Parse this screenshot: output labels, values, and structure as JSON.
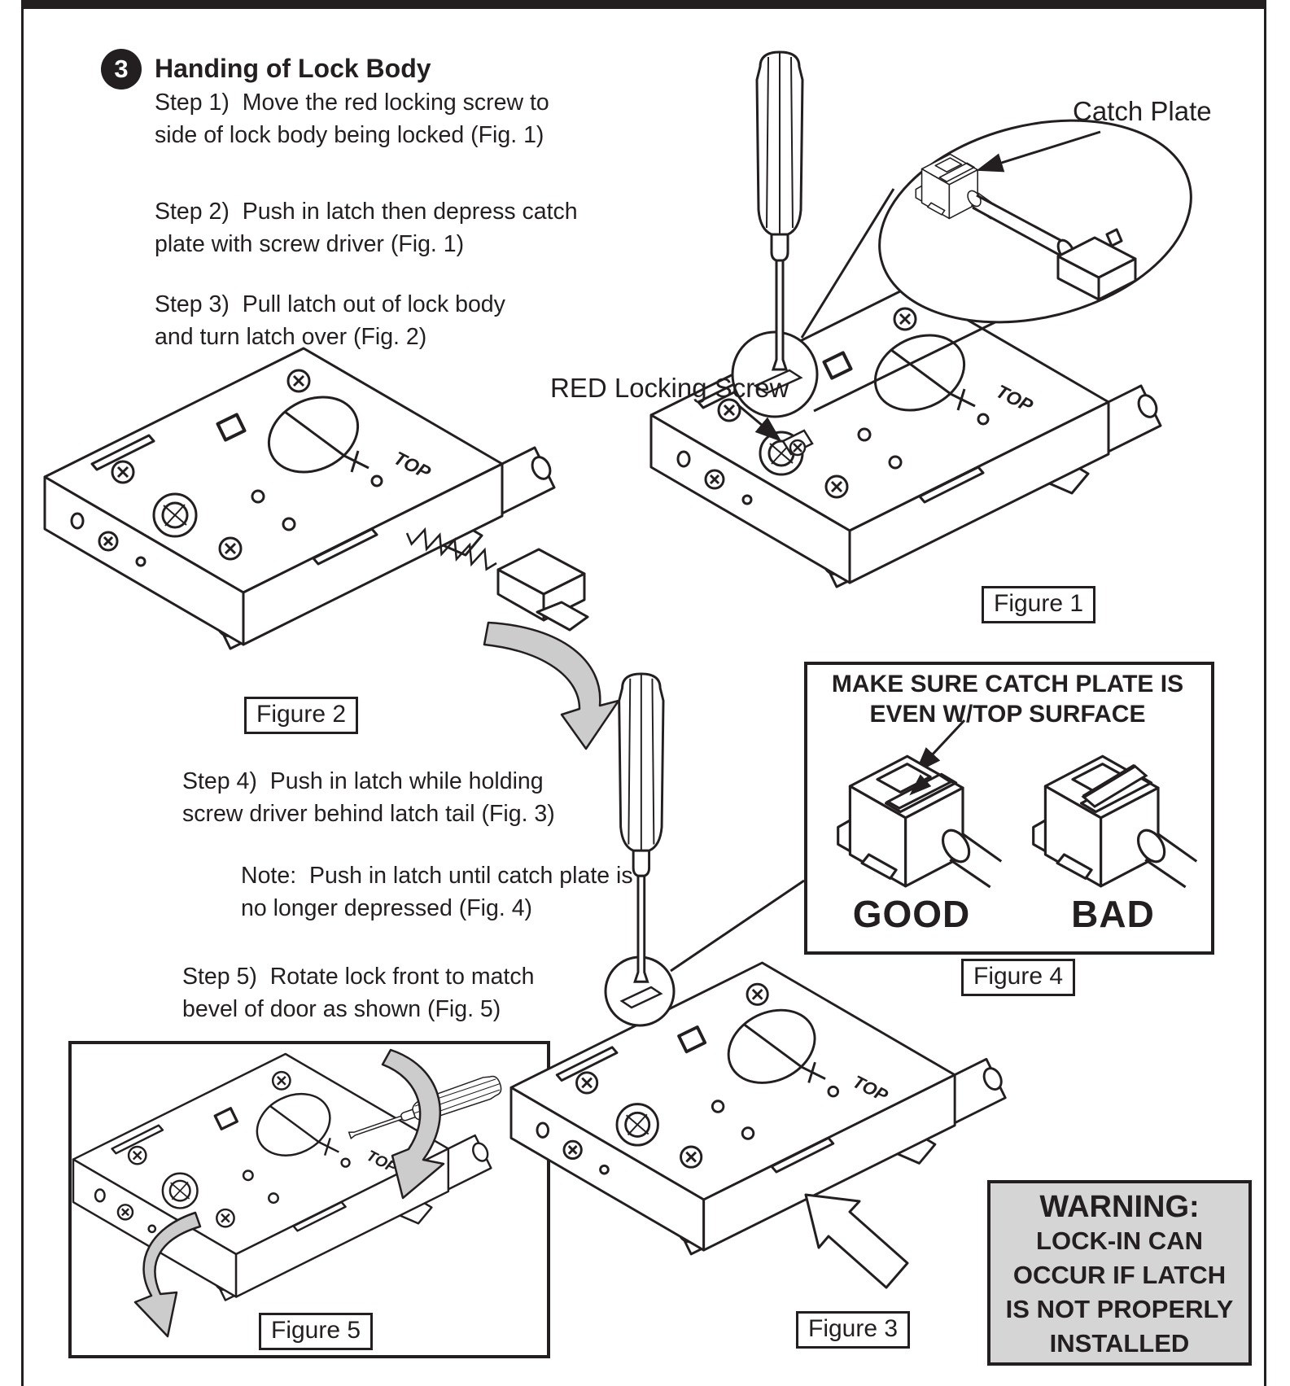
{
  "header": {
    "badge": "3",
    "title": "Handing of Lock Body"
  },
  "steps": [
    {
      "lines": [
        "Step 1)  Move the red locking screw to",
        "side of lock body being locked (Fig. 1)"
      ]
    },
    {
      "lines": [
        "Step 2)  Push in latch then depress catch",
        "plate with screw driver (Fig. 1)"
      ]
    },
    {
      "lines": [
        "Step 3)  Pull latch out of lock body",
        "and turn latch over (Fig. 2)"
      ]
    },
    {
      "lines": [
        "Step 4)  Push in latch while holding",
        "screw driver behind latch tail (Fig. 3)"
      ]
    },
    {
      "lines": [
        "Step 5)  Rotate lock front to match",
        "bevel of door as shown (Fig. 5)"
      ]
    }
  ],
  "note": {
    "lines": [
      "Note:  Push in latch until catch plate is",
      "no longer depressed (Fig. 4)"
    ]
  },
  "callouts": {
    "catch_plate": "Catch Plate",
    "red_locking_screw": "RED Locking Screw"
  },
  "figures": {
    "fig1": "Figure 1",
    "fig2": "Figure 2",
    "fig3": "Figure 3",
    "fig4": "Figure 4",
    "fig5": "Figure 5"
  },
  "figure4": {
    "title_lines": [
      "MAKE SURE CATCH PLATE IS",
      "EVEN W/TOP SURFACE"
    ],
    "good_label": "GOOD",
    "bad_label": "BAD"
  },
  "warning": {
    "lines": [
      "WARNING:",
      "LOCK-IN CAN",
      "OCCUR IF LATCH",
      "IS NOT PROPERLY",
      "INSTALLED"
    ]
  },
  "lock_marking": "TOP",
  "colors": {
    "ink": "#231f20",
    "warning_bg": "#d5d5d5",
    "arrow_gray": "#cccccc"
  }
}
